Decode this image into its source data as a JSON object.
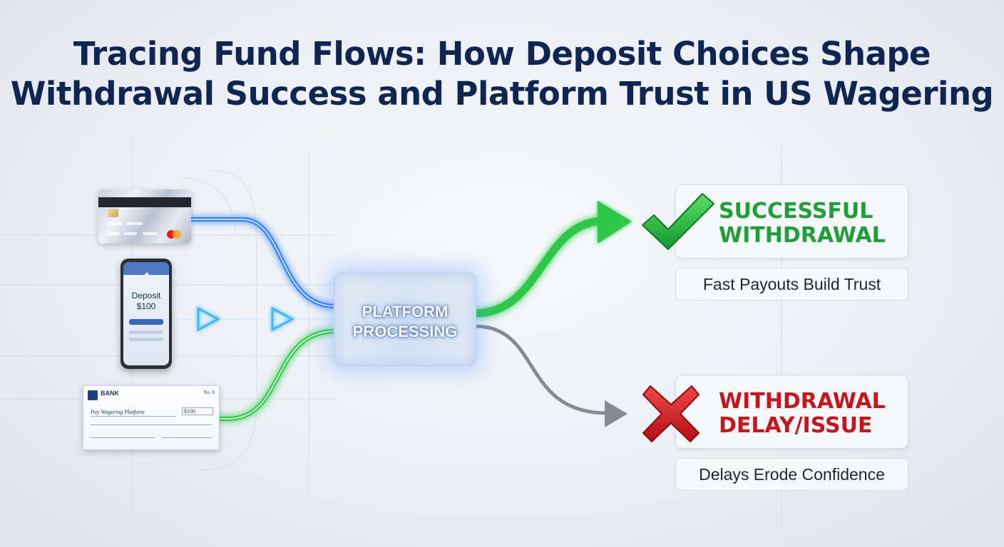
{
  "title": {
    "line1": "Tracing Fund Flows: How Deposit Choices Shape",
    "line2": "Withdrawal Success and Platform Trust in US Wagering"
  },
  "deposit_methods": {
    "card": {
      "icon": "credit-card-icon"
    },
    "mobile": {
      "icon": "smartphone-icon",
      "label_line1": "Deposit",
      "label_line2": "$100"
    },
    "check": {
      "icon": "bank-check-icon",
      "bank_name": "BANK",
      "payee": "Pay  Wagering Platform",
      "amount": "$100"
    }
  },
  "processing": {
    "line1": "PLATFORM",
    "line2": "PROCESSING"
  },
  "outcomes": {
    "success": {
      "icon": "checkmark-icon",
      "line1": "SUCCESSFUL",
      "line2": "WITHDRAWAL",
      "caption": "Fast Payouts Build Trust",
      "color": "#1f9e3a"
    },
    "failure": {
      "icon": "red-x-icon",
      "line1": "WITHDRAWAL",
      "line2": "DELAY/ISSUE",
      "caption": "Delays Erode Confidence",
      "color": "#c4161c"
    }
  },
  "colors": {
    "title": "#0f2552",
    "blue_flow": "#2f7cf6",
    "cyan_flow": "#41b8ff",
    "green_flow": "#2ec84a",
    "gray_flow": "#858a93"
  }
}
